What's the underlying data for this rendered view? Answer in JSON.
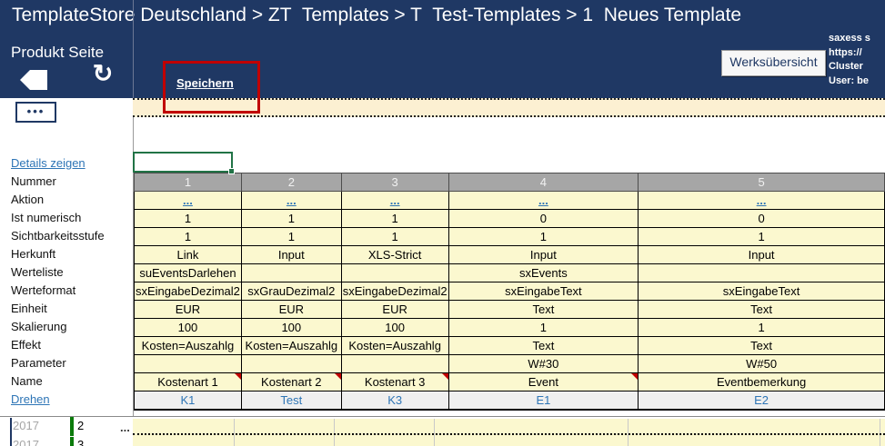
{
  "header": {
    "title": "TemplateStore Deutschland > ZT  Templates > T  Test-Templates > 1  Neues Template",
    "page_label": "Produkt Seite",
    "save_label": "Speichern",
    "werks_button_label": "Werksübersicht",
    "info_lines": [
      "saxess s",
      "https://",
      "Cluster",
      "User: be"
    ],
    "icons": {
      "refresh_glyph": "↻"
    }
  },
  "sidebar": {
    "more_button": "•••",
    "details_link": "Details zeigen",
    "row_labels": [
      "Nummer",
      "Aktion",
      "Ist numerisch",
      "Sichtbarkeitsstufe",
      "Herkunft",
      "Werteliste",
      "Werteformat",
      "Einheit",
      "Skalierung",
      "Effekt",
      "Parameter",
      "Name"
    ],
    "drehen_link": "Drehen"
  },
  "grid": {
    "columns": [
      "1",
      "2",
      "3",
      "4",
      "5"
    ],
    "rows": [
      {
        "label": "Aktion",
        "type": "link",
        "cells": [
          "...",
          "...",
          "...",
          "...",
          "..."
        ]
      },
      {
        "label": "Ist numerisch",
        "cells": [
          "1",
          "1",
          "1",
          "0",
          "0"
        ]
      },
      {
        "label": "Sichtbarkeitsstufe",
        "cells": [
          "1",
          "1",
          "1",
          "1",
          "1"
        ]
      },
      {
        "label": "Herkunft",
        "cells": [
          "Link",
          "Input",
          "XLS-Strict",
          "Input",
          "Input"
        ]
      },
      {
        "label": "Werteliste",
        "cells": [
          "suEventsDarlehen",
          "",
          "",
          "sxEvents",
          ""
        ]
      },
      {
        "label": "Werteformat",
        "cells": [
          "sxEingabeDezimal2",
          "sxGrauDezimal2",
          "sxEingabeDezimal2",
          "sxEingabeText",
          "sxEingabeText"
        ]
      },
      {
        "label": "Einheit",
        "cells": [
          "EUR",
          "EUR",
          "EUR",
          "Text",
          "Text"
        ]
      },
      {
        "label": "Skalierung",
        "cells": [
          "100",
          "100",
          "100",
          "1",
          "1"
        ]
      },
      {
        "label": "Effekt",
        "cells": [
          "Kosten=Auszahlg",
          "Kosten=Auszahlg",
          "Kosten=Auszahlg",
          "Text",
          "Text"
        ]
      },
      {
        "label": "Parameter",
        "cells": [
          "",
          "",
          "",
          "W#30",
          "W#50"
        ]
      },
      {
        "label": "Name",
        "comment_cols": [
          0,
          1,
          2,
          3
        ],
        "cells": [
          "Kostenart 1",
          "Kostenart 2",
          "Kostenart 3",
          "Event",
          "Eventbemerkung"
        ]
      },
      {
        "label": "Drehen",
        "type": "link-row",
        "cells": [
          "K1",
          "Test",
          "K3",
          "E1",
          "E2"
        ]
      }
    ]
  },
  "footer": {
    "rows": [
      {
        "year": "2017",
        "value": "2"
      },
      {
        "year": "2017",
        "value": "3"
      }
    ],
    "ellipsis": "..."
  },
  "colors": {
    "navy": "#1F3864",
    "yellow": "#FBF8CF",
    "cream": "#FCF0D2",
    "gray": "#A6A6A6",
    "link": "#2E75B6",
    "red": "#C00000",
    "selgreen": "#217346",
    "green": "#0B7A0B"
  }
}
